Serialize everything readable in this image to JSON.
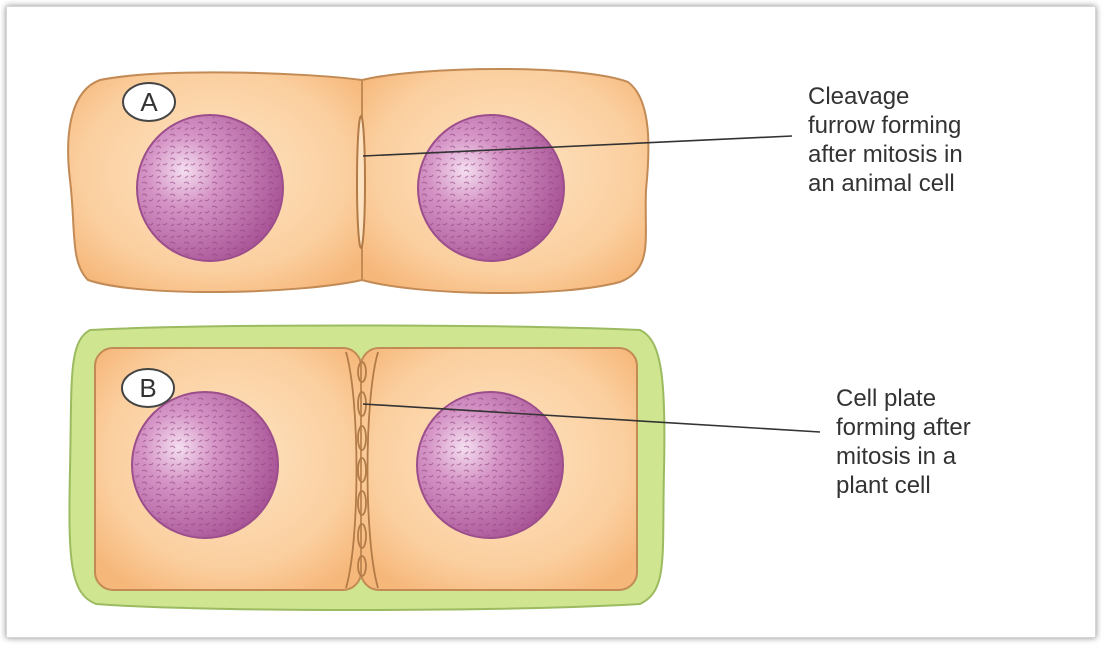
{
  "panels": [
    {
      "letter": "A",
      "caption_lines": [
        "Cleavage",
        "furrow forming",
        "after mitosis in",
        "an animal cell"
      ]
    },
    {
      "letter": "B",
      "caption_lines": [
        "Cell plate",
        "forming after",
        "mitosis in a",
        "plant cell"
      ]
    }
  ],
  "colors": {
    "cytoplasm": "#f9c48e",
    "cytoplasm_light": "#fde1bd",
    "membrane": "#c28a55",
    "cell_wall": "#cfe590",
    "cell_wall_outline": "#9cbb60",
    "nucleus": "#c979b3",
    "nucleus_dark": "#9b4e8b",
    "label_text": "#333333"
  }
}
